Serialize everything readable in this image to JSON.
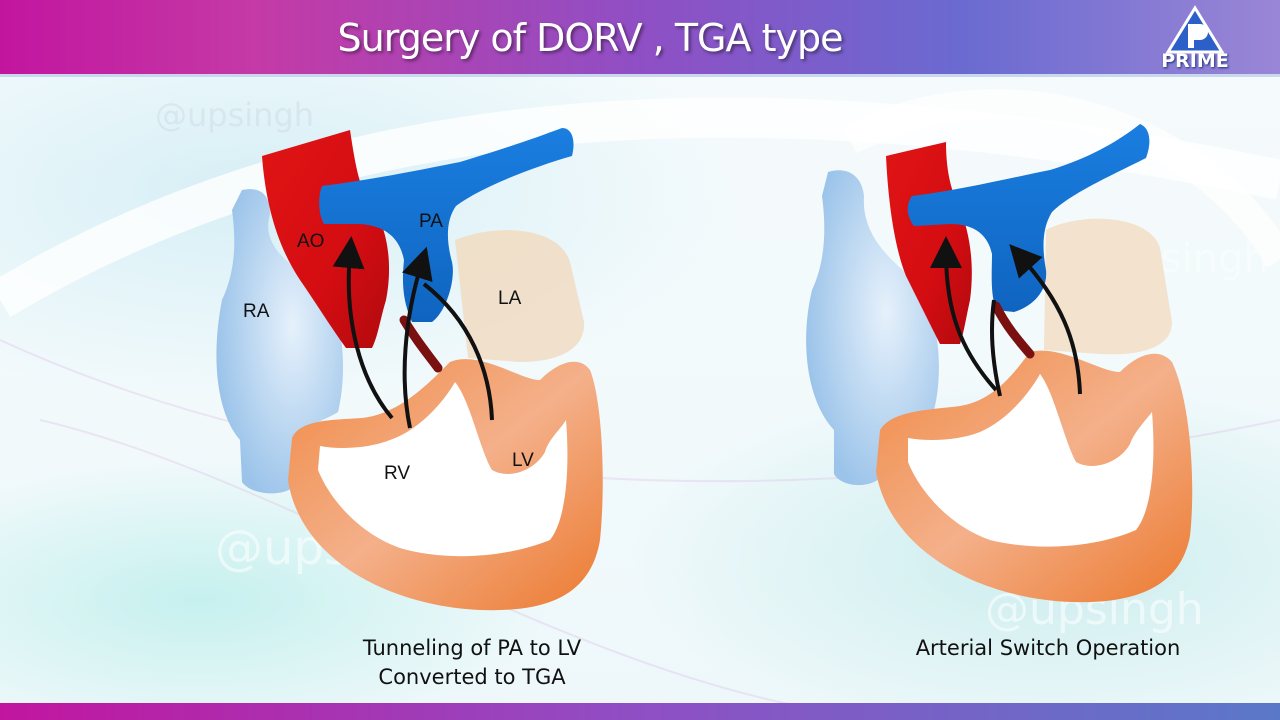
{
  "slide": {
    "title": "Surgery of DORV , TGA type",
    "logo_text": "PRIME",
    "watermark": "@upsingh"
  },
  "left_diagram": {
    "labels": {
      "ao": "AO",
      "pa": "PA",
      "ra": "RA",
      "la": "LA",
      "rv": "RV",
      "lv": "LV"
    },
    "caption_line1": "Tunneling of PA to LV",
    "caption_line2": "Converted to TGA"
  },
  "right_diagram": {
    "caption": "Arterial Switch Operation"
  },
  "colors": {
    "aorta": "#d40d12",
    "pulmonary_artery": "#1170d0",
    "right_atrium": "#a9cdee",
    "left_atrium": "#f0dcc0",
    "ventricle": "#ee7d32",
    "arrows": "#111111",
    "tunnel": "#7a1010"
  }
}
